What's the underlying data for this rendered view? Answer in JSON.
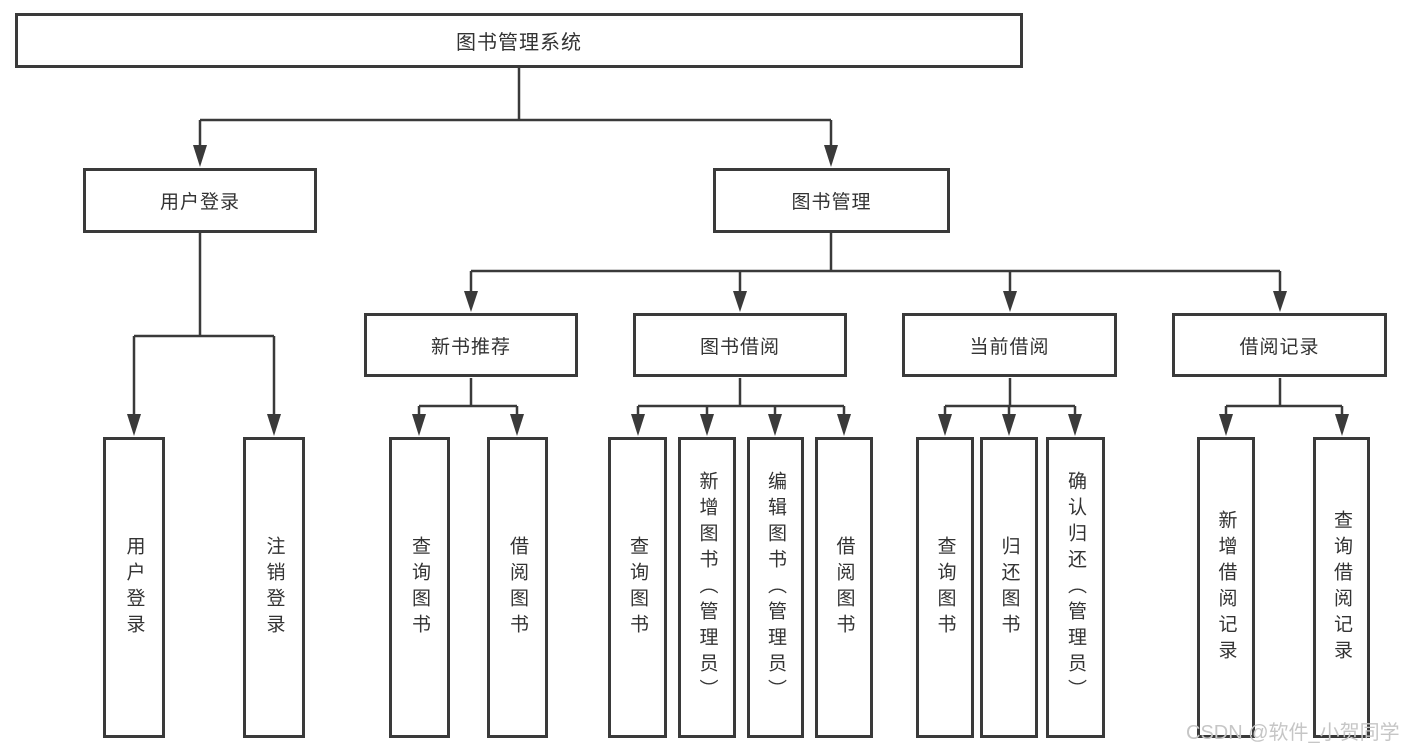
{
  "diagram": {
    "title": "图书管理系统",
    "watermark": "CSDN @软件_小贺同学",
    "colors": {
      "line": "#3a3a3a",
      "box_border": "#3a3a3a",
      "text": "#333333",
      "watermark": "#c6c6c6",
      "background": "#ffffff"
    },
    "nodes": {
      "root": {
        "label": "图书管理系统"
      },
      "user_login": {
        "label": "用户登录"
      },
      "book_management": {
        "label": "图书管理"
      },
      "new_book_recommend": {
        "label": "新书推荐"
      },
      "book_borrowing": {
        "label": "图书借阅"
      },
      "current_borrowing": {
        "label": "当前借阅"
      },
      "borrow_records": {
        "label": "借阅记录"
      },
      "leaf_user_login": {
        "label": "用户登录"
      },
      "leaf_logout": {
        "label": "注销登录"
      },
      "leaf_nb_query_books": {
        "label": "查询图书"
      },
      "leaf_nb_borrow_books": {
        "label": "借阅图书"
      },
      "leaf_bb_query_books": {
        "label": "查询图书"
      },
      "leaf_bb_add_books": {
        "label": "新增图书（管理员）"
      },
      "leaf_bb_edit_books": {
        "label": "编辑图书（管理员）"
      },
      "leaf_bb_borrow_books": {
        "label": "借阅图书"
      },
      "leaf_cb_query_books": {
        "label": "查询图书"
      },
      "leaf_cb_return_books": {
        "label": "归还图书"
      },
      "leaf_cb_confirm_return": {
        "label": "确认归还（管理员）"
      },
      "leaf_br_add_record": {
        "label": "新增借阅记录"
      },
      "leaf_br_query_record": {
        "label": "查询借阅记录"
      }
    }
  }
}
